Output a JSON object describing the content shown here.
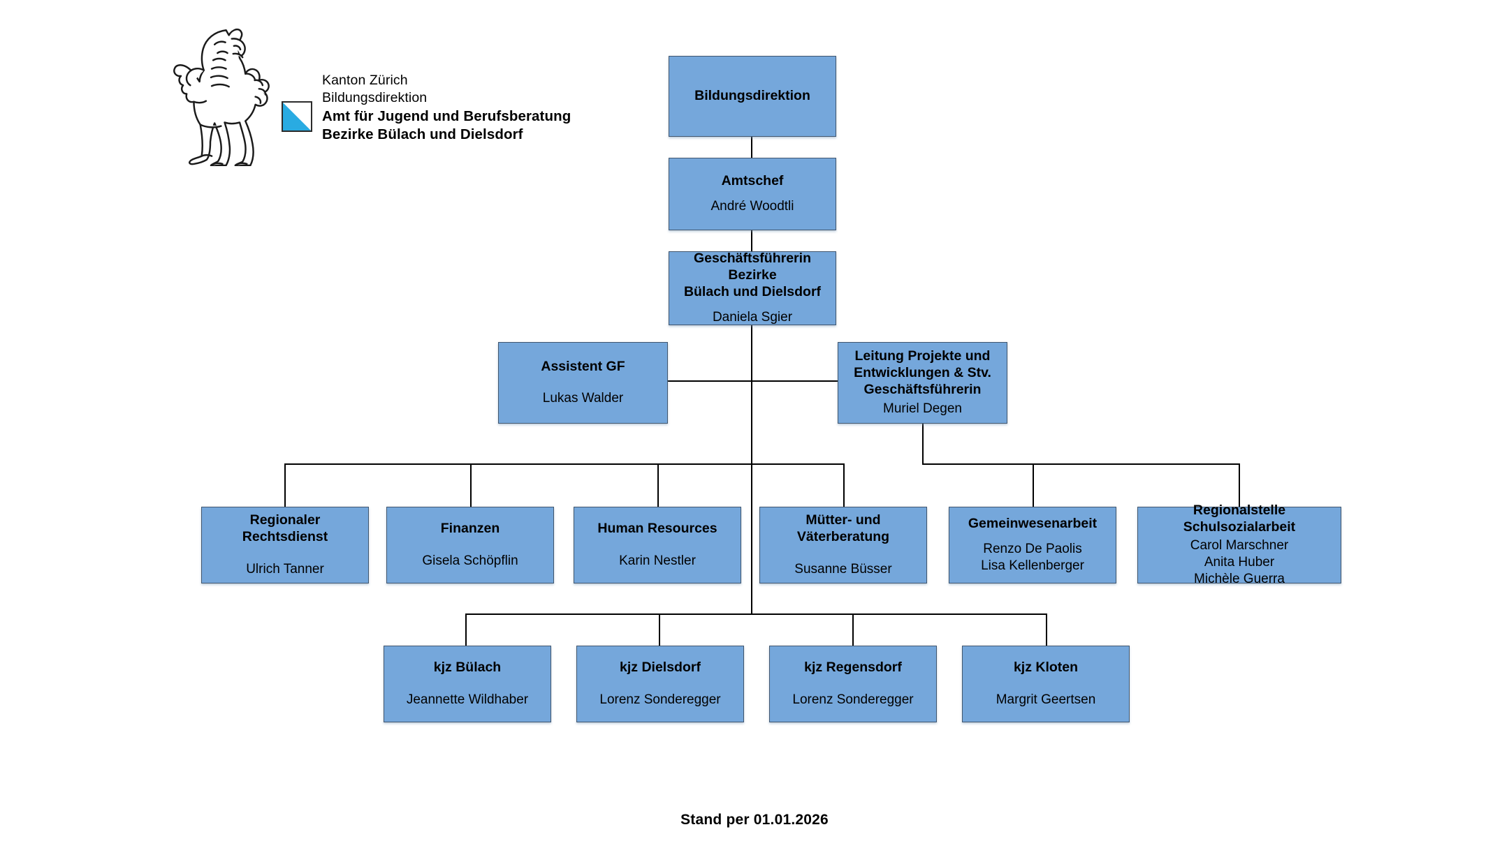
{
  "branding": {
    "lion_icon": "zurich-lion-icon",
    "arms_icon": "zurich-coat-of-arms-icon",
    "line1": "Kanton Zürich",
    "line2": "Bildungsdirektion",
    "line3": "Amt für Jugend und Berufsberatung",
    "line4": "Bezirke Bülach und Dielsdorf",
    "arms_blue": "#29ABE2"
  },
  "theme": {
    "box_fill": "#75A7DB",
    "box_border": "#41566E",
    "line_color": "#000000",
    "text_color": "#000000"
  },
  "footer": {
    "status": "Stand per 01.01.2026"
  },
  "chart_data": {
    "type": "org-chart",
    "title": "Amt für Jugend und Berufsberatung – Bezirke Bülach und Dielsdorf",
    "nodes": [
      {
        "id": "bildungsdirektion",
        "title": "Bildungsdirektion",
        "person": "",
        "level": 0
      },
      {
        "id": "amtschef",
        "title": "Amtschef",
        "person": "André Woodtli",
        "level": 1
      },
      {
        "id": "geschaeftsfuehrerin",
        "title": "Geschäftsführerin Bezirke\nBülach und Dielsdorf",
        "person": "Daniela Sgier",
        "level": 2
      },
      {
        "id": "assistent-gf",
        "title": "Assistent GF",
        "person": "Lukas Walder",
        "level": 3
      },
      {
        "id": "leitung-projekte",
        "title": "Leitung Projekte und\nEntwicklungen & Stv.\nGeschäftsführerin",
        "person": "Muriel Degen",
        "level": 3
      },
      {
        "id": "regionaler-rechtsdienst",
        "title": "Regionaler Rechtsdienst",
        "person": "Ulrich Tanner",
        "level": 4
      },
      {
        "id": "finanzen",
        "title": "Finanzen",
        "person": "Gisela Schöpflin",
        "level": 4
      },
      {
        "id": "human-resources",
        "title": "Human Resources",
        "person": "Karin Nestler",
        "level": 4
      },
      {
        "id": "muetter-vaeterberatung",
        "title": "Mütter- und Väterberatung",
        "person": "Susanne Büsser",
        "level": 4
      },
      {
        "id": "gemeinwesenarbeit",
        "title": "Gemeinwesenarbeit",
        "person": "Renzo De Paolis\nLisa Kellenberger",
        "level": 4
      },
      {
        "id": "regionalstelle-schulsozialarbeit",
        "title": "Regionalstelle Schulsozialarbeit",
        "person": "Carol Marschner\nAnita Huber\nMichèle Guerra",
        "level": 4
      },
      {
        "id": "kjz-buelach",
        "title": "kjz Bülach",
        "person": "Jeannette Wildhaber",
        "level": 5
      },
      {
        "id": "kjz-dielsdorf",
        "title": "kjz Dielsdorf",
        "person": "Lorenz Sonderegger",
        "level": 5
      },
      {
        "id": "kjz-regensdorf",
        "title": "kjz Regensdorf",
        "person": "Lorenz Sonderegger",
        "level": 5
      },
      {
        "id": "kjz-kloten",
        "title": "kjz Kloten",
        "person": "Margrit Geertsen",
        "level": 5
      }
    ],
    "edges": [
      {
        "from": "bildungsdirektion",
        "to": "amtschef"
      },
      {
        "from": "amtschef",
        "to": "geschaeftsfuehrerin"
      },
      {
        "from": "geschaeftsfuehrerin",
        "to": "assistent-gf"
      },
      {
        "from": "geschaeftsfuehrerin",
        "to": "leitung-projekte"
      },
      {
        "from": "geschaeftsfuehrerin",
        "to": "regionaler-rechtsdienst"
      },
      {
        "from": "geschaeftsfuehrerin",
        "to": "finanzen"
      },
      {
        "from": "geschaeftsfuehrerin",
        "to": "human-resources"
      },
      {
        "from": "geschaeftsfuehrerin",
        "to": "muetter-vaeterberatung"
      },
      {
        "from": "leitung-projekte",
        "to": "gemeinwesenarbeit"
      },
      {
        "from": "leitung-projekte",
        "to": "regionalstelle-schulsozialarbeit"
      },
      {
        "from": "geschaeftsfuehrerin",
        "to": "kjz-buelach"
      },
      {
        "from": "geschaeftsfuehrerin",
        "to": "kjz-dielsdorf"
      },
      {
        "from": "geschaeftsfuehrerin",
        "to": "kjz-regensdorf"
      },
      {
        "from": "geschaeftsfuehrerin",
        "to": "kjz-kloten"
      }
    ]
  }
}
